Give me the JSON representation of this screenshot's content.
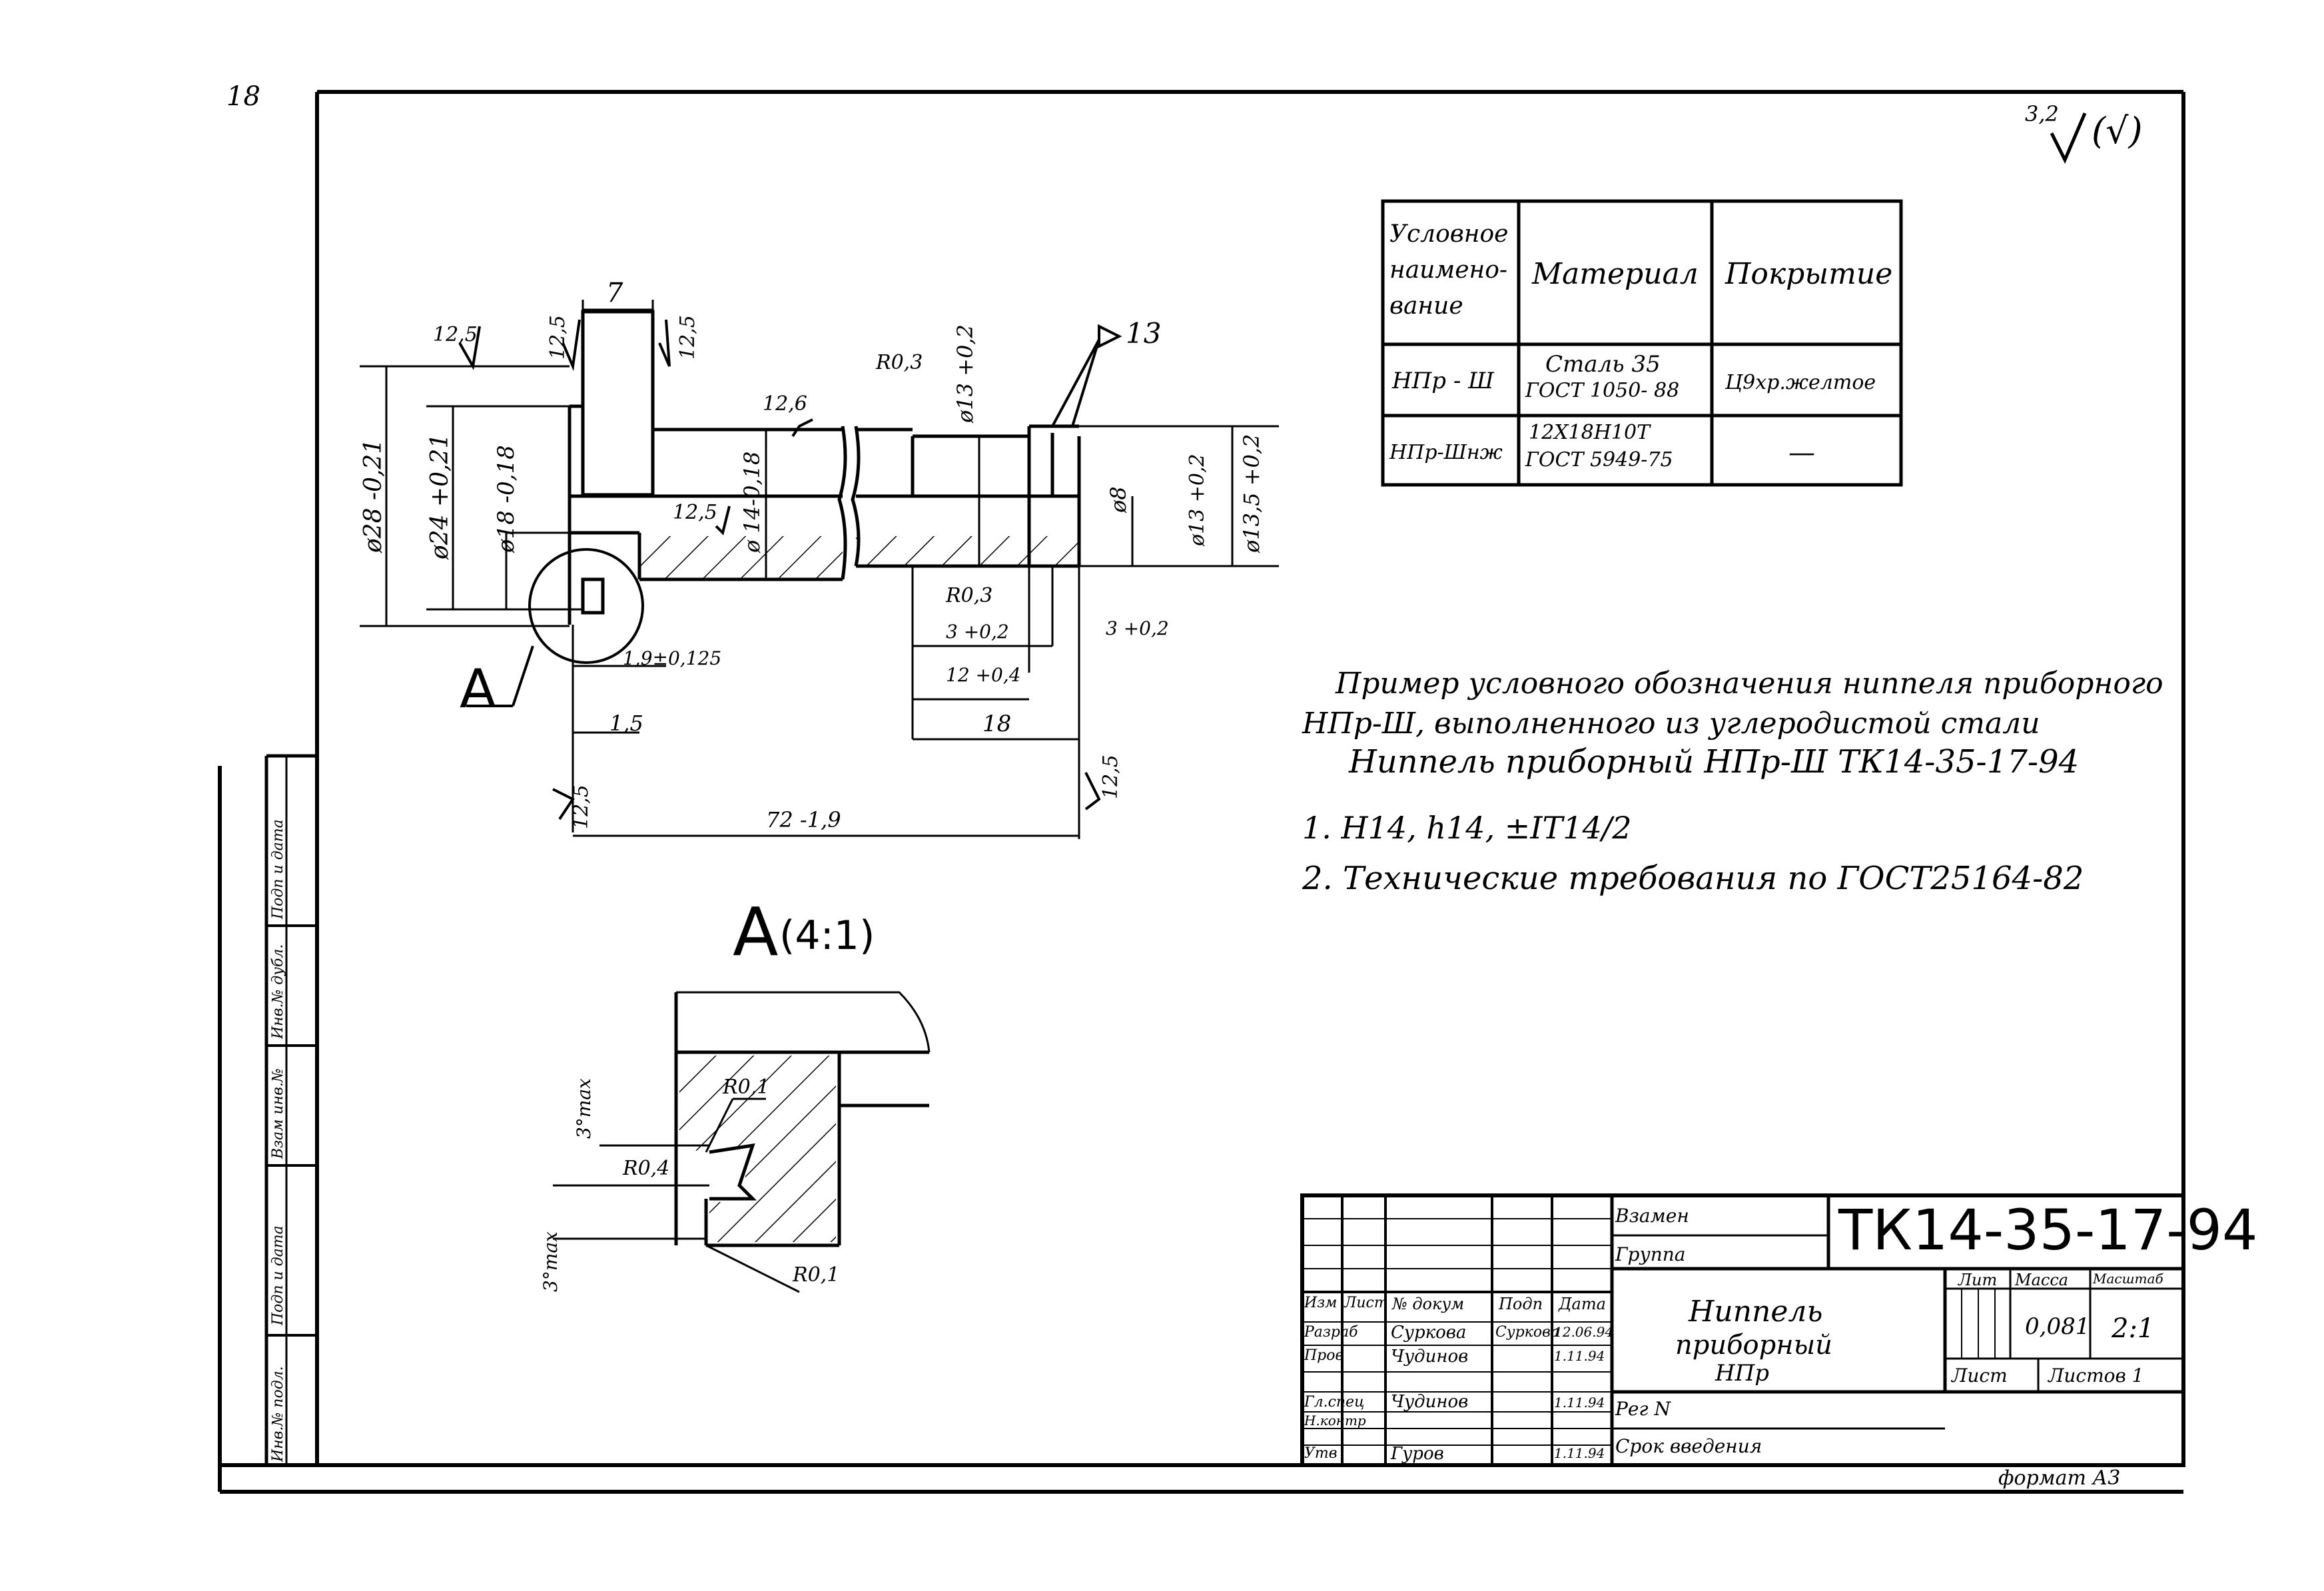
{
  "page_number": "18",
  "roughness_general": "3,2",
  "roughness_paren": "(√)",
  "spec_table": {
    "headers": [
      "Условное наимено-вание",
      "Материал",
      "Покрытие"
    ],
    "rows": [
      {
        "name": "НПр - Ш",
        "material_1": "Сталь 35",
        "material_2": "ГОСТ 1050- 88",
        "coating": "Ц9хр.желтое"
      },
      {
        "name": "НПр-Шнж",
        "material_1": "12Х18Н10Т",
        "material_2": "ГОСТ 5949-75",
        "coating": "—"
      }
    ]
  },
  "notes": {
    "line1": "Пример условного обозначения ниппеля приборного",
    "line2": "НПр-Ш, выполненного из углеродистой стали",
    "line3": "Ниппель приборный НПр-Ш ТК14-35-17-94",
    "req1": "1. Н14, h14, ±IT14/2",
    "req2": "2. Технические требования по ГОСТ25164-82"
  },
  "dimensions": {
    "d28": "ø28 -0,21",
    "d24": "ø24 +0,21",
    "d18": "ø18 -0,18",
    "d14": "ø 14-0,18",
    "d13": "ø13 +0,2",
    "d8": "ø8",
    "d13b": "ø13 +0,2",
    "d13_5": "ø13,5 +0,2",
    "w7": "7",
    "r12_5a": "12,5",
    "r12_5b": "12,5",
    "r12_5c": "12,5",
    "r12_5d": "12,5",
    "r12_6": "12,6",
    "r12_5e": "12,5",
    "r12_5f": "12,5",
    "rough13": "13",
    "r03a": "R0,3",
    "r03b": "R0,3",
    "len3a": "3 +0,2",
    "len3b": "3 +0,2",
    "len12": "12 +0,4",
    "len18": "18",
    "len1_9": "1,9±0,125",
    "len1_5": "1,5",
    "len72": "72 -1,9",
    "view_label": "А",
    "detail_title": "А",
    "detail_scale": "(4:1)",
    "detail_r01a": "R0,1",
    "detail_r04": "R0,4",
    "detail_r01b": "R0,1",
    "detail_3max_a": "3°max",
    "detail_3max_b": "3°max"
  },
  "title_block": {
    "replaced": "Взамен",
    "group": "Группа",
    "code": "ТК14-35-17-94",
    "name_1": "Ниппель",
    "name_2": "приборный",
    "name_3": "НПр",
    "col_izm": "Изм",
    "col_list": "Лист",
    "col_doc": "№ докум",
    "col_sign": "Подп",
    "col_date": "Дата",
    "role_razrab": "Разраб",
    "role_prov": "Пров",
    "role_glspec": "Гл.спец",
    "role_nkontr": "Н.контр",
    "role_utv": "Утв",
    "person_1": "Суркова",
    "person_2": "Чудинов",
    "person_3": "Чудинов",
    "person_4": "Гуров",
    "sign_1": "Суркова",
    "date_1": "12.06.94",
    "date_2": "1.11.94",
    "date_3": "1.11.94",
    "date_4": "1.11.94",
    "lit": "Лит",
    "mass": "Масса",
    "scale_hdr": "Масштаб",
    "mass_value": "0,081",
    "scale_value": "2:1",
    "sheet": "Лист",
    "sheets": "Листов 1",
    "reg": "Рег N",
    "term": "Срок введения",
    "format": "формат А3"
  },
  "side_stamp": [
    "Инв.№ подл.",
    "Подп и дата",
    "Взам инв.№",
    "Инв.№ дубл.",
    "Подп и дата"
  ]
}
